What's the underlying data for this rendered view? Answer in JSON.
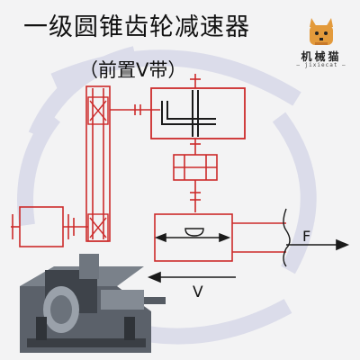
{
  "title": "一级圆锥齿轮减速器",
  "subtitle": "（前置V带）",
  "logo": {
    "text": "机械猫",
    "subtext": "— jixiecat —"
  },
  "labels": {
    "force": "F",
    "velocity": "V"
  },
  "colors": {
    "line": "#cc2a2a",
    "arrow": "#1a1a1a",
    "bg_swirl": "#c9cbe2",
    "machine": "#4a4f57"
  }
}
